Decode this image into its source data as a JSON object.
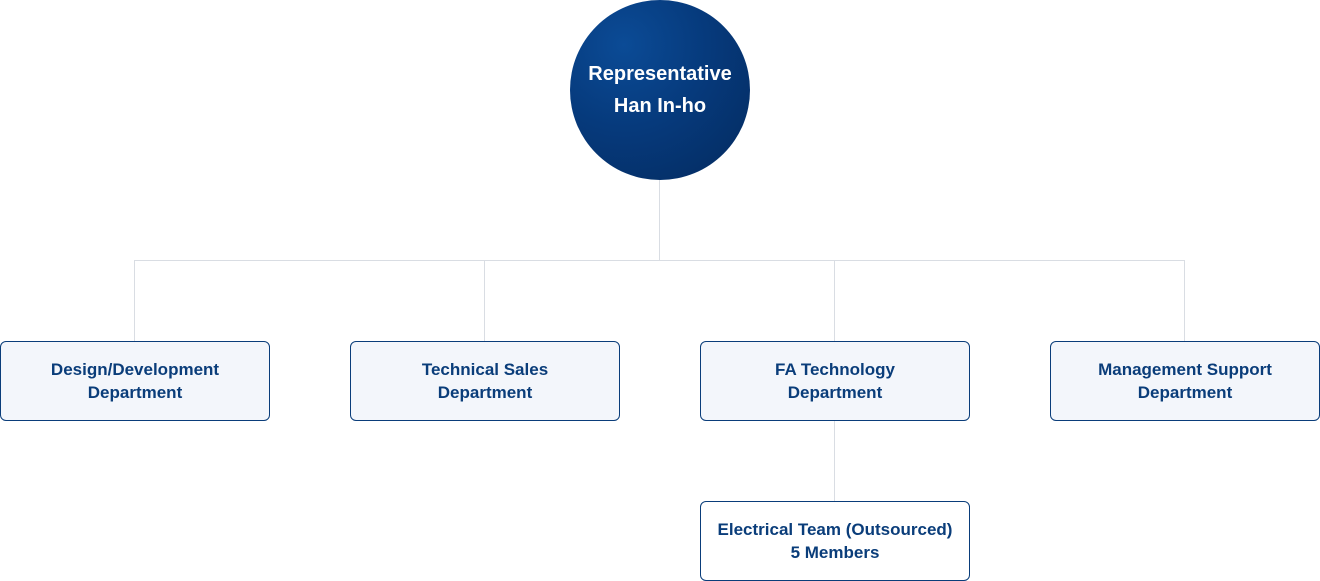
{
  "representative": {
    "title": "Representative",
    "name": "Han In-ho"
  },
  "departments": [
    {
      "line1": "Design/Development",
      "line2": "Department"
    },
    {
      "line1": "Technical Sales",
      "line2": "Department"
    },
    {
      "line1": "FA Technology",
      "line2": "Department"
    },
    {
      "line1": "Management Support",
      "line2": "Department"
    }
  ],
  "sub_unit": {
    "line1": "Electrical Team (Outsourced)",
    "line2": "5 Members"
  },
  "colors": {
    "primary": "#0a3d7a",
    "box_fill": "#f3f6fb",
    "connector": "#d9dde3"
  }
}
